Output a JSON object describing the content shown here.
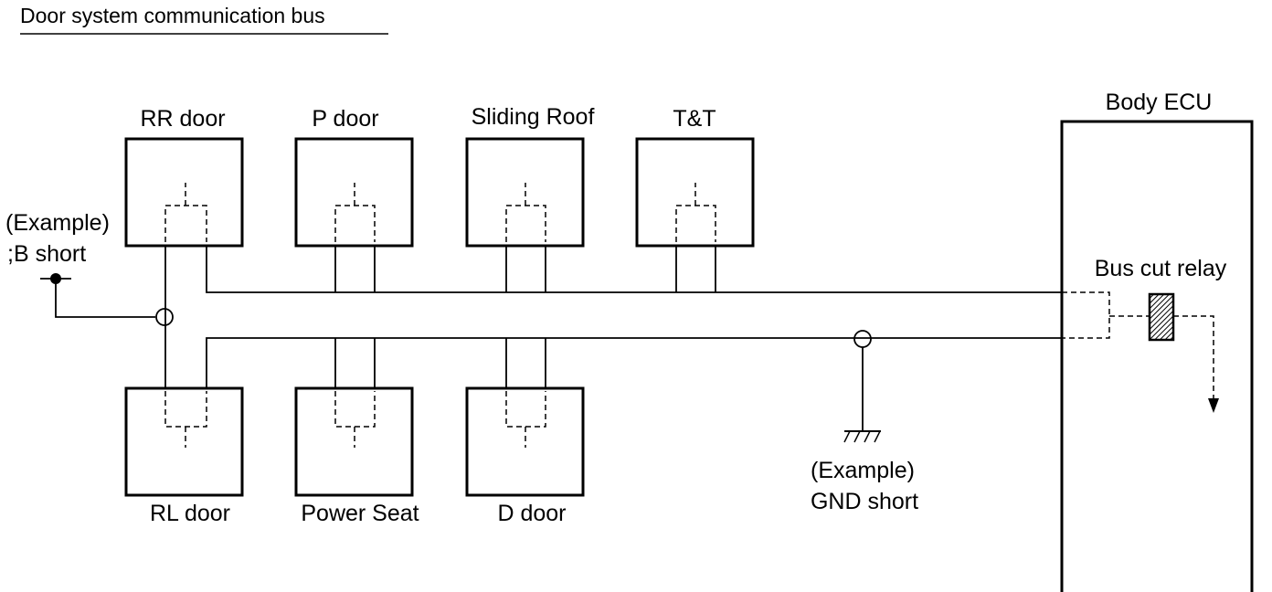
{
  "title": "Door system communication bus",
  "modules_top": [
    {
      "label": "RR door"
    },
    {
      "label": "P door"
    },
    {
      "label": "Sliding Roof"
    },
    {
      "label": "T&T"
    }
  ],
  "modules_bottom": [
    {
      "label": "RL door"
    },
    {
      "label": "Power Seat"
    },
    {
      "label": "D door"
    }
  ],
  "ecu": {
    "label": "Body ECU",
    "relay_label": "Bus cut relay"
  },
  "b_short": {
    "line1": "(Example)",
    "line2": ";B short"
  },
  "gnd_short": {
    "line1": "(Example)",
    "line2": "GND short"
  },
  "colors": {
    "line": "#000000",
    "relay_fill": "#555555"
  }
}
